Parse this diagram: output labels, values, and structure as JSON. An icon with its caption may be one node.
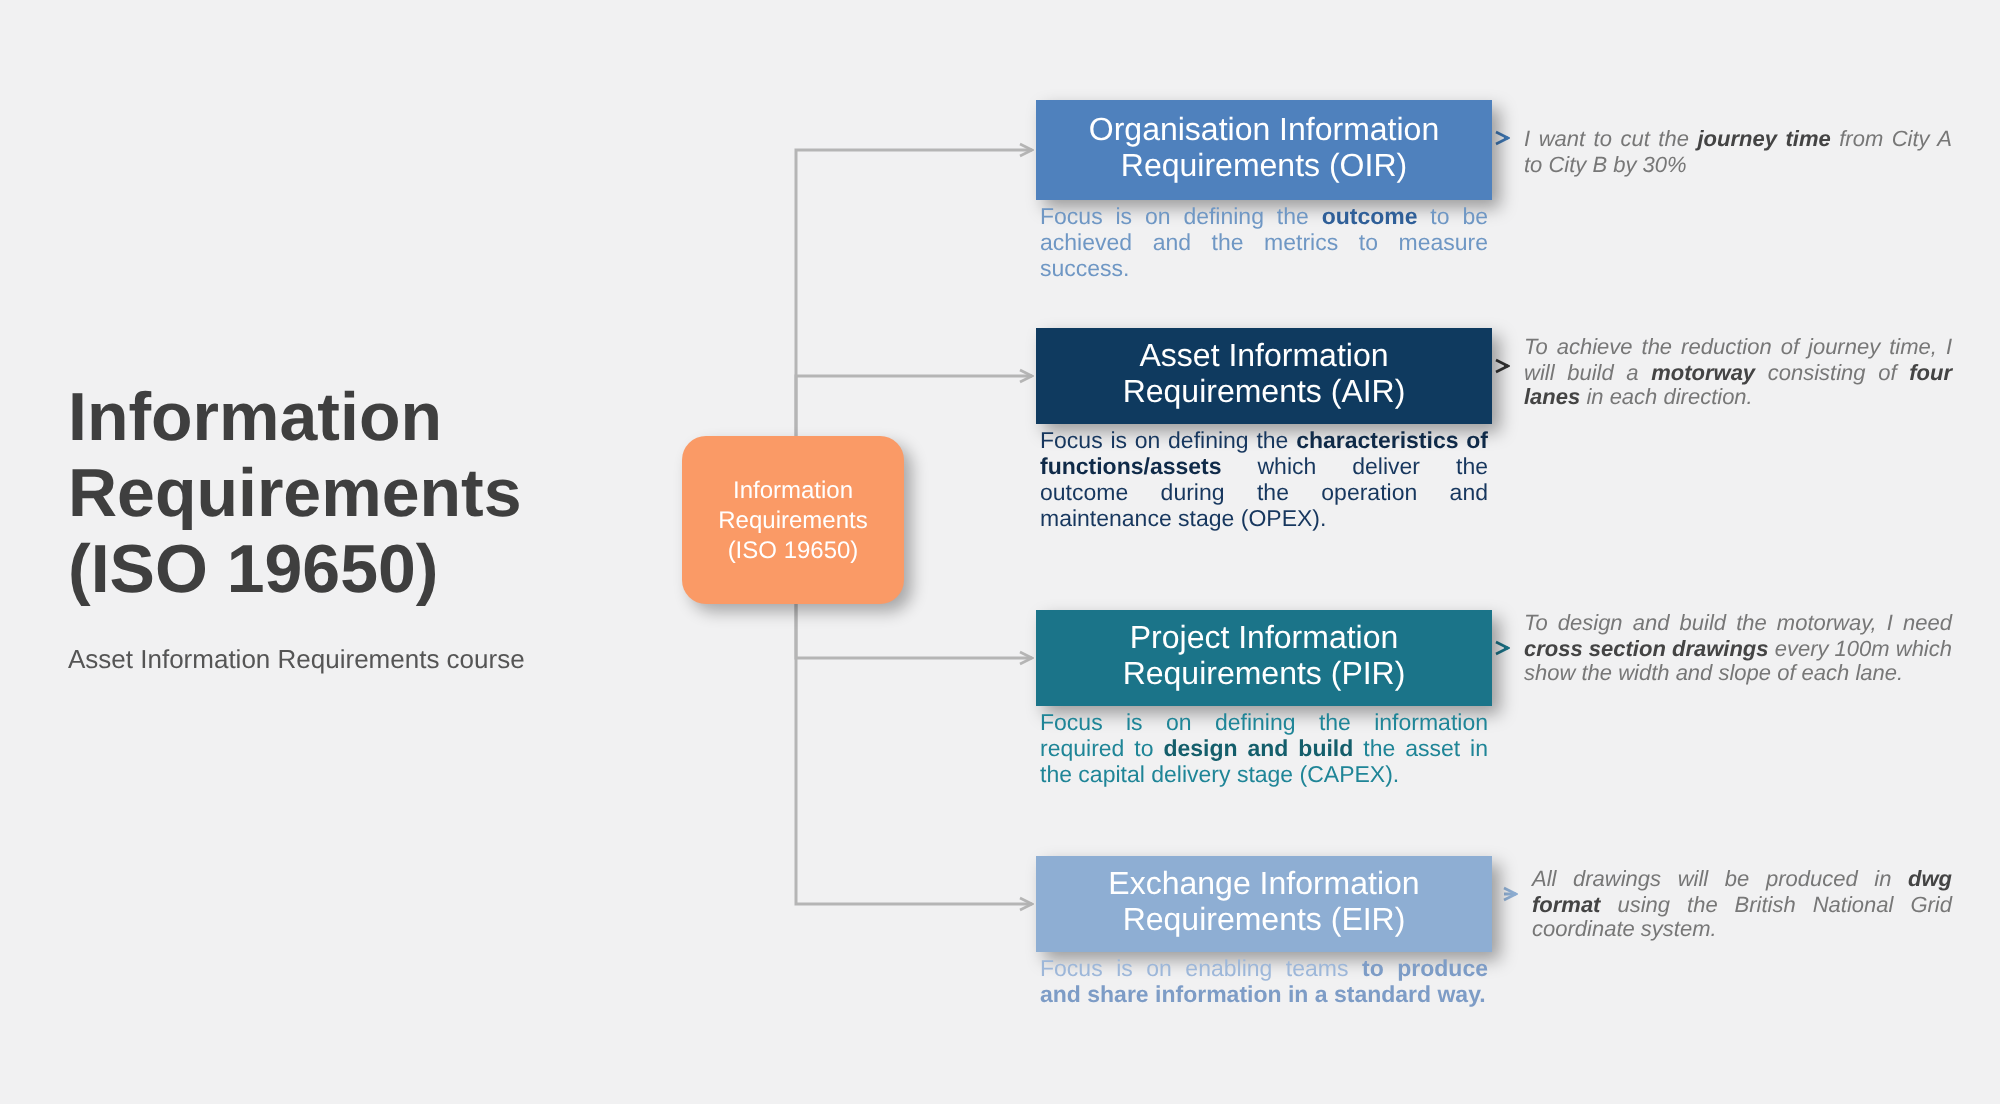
{
  "diagram": {
    "title": "Information Requirements (ISO 19650)",
    "nodes": [
      {
        "text": [
          "Information Requirements (ISO 19650)"
        ]
      },
      {
        "text": [
          "Organisation Information Requirements (OIR)"
        ],
        "beside": [
          "Focus is on defining the **outcome** to be achieved and the metrics to measure success."
        ]
      },
      {
        "text": [
          "I want to cut the **journey time** from City A to City B by 30%"
        ]
      },
      {
        "text": [
          "Asset Information Requirements (AIR)"
        ],
        "beside": [
          "Focus is on defining the **characteristics of functions/assets** which deliver the outcome during the operation and maintenance stage (OPEX)."
        ]
      },
      {
        "text": [
          "To achieve the reduction of journey time, I will build a **motorway** consisting of **four lanes** in each direction."
        ]
      },
      {
        "text": [
          "Project Information Requirements (PIR)"
        ],
        "beside": [
          "Focus is on defining the information required to **design and build** the asset in the capital delivery stage (CAPEX)."
        ]
      },
      {
        "text": [
          "To design and build the motorway, I need **cross section drawings** every 100m which show the width and slope of each lane."
        ]
      },
      {
        "text": [
          "Exchange Information Requirements (EIR)"
        ],
        "beside": [
          "Focus is on enabling teams **to produce and share information in a standard way.**"
        ]
      },
      {
        "text": [
          "All drawings will be produced in **dwg format** using the British National Grid coordinate system."
        ]
      }
    ],
    "edges": [
      {
        "from": 0,
        "to": 1,
        "arrow": "to"
      },
      {
        "from": 0,
        "to": 3,
        "arrow": "to"
      },
      {
        "from": 0,
        "to": 5,
        "arrow": "to"
      },
      {
        "from": 0,
        "to": 7,
        "arrow": "to"
      },
      {
        "from": 1,
        "to": 2,
        "arrow": "to",
        "color": "#3f78b5"
      },
      {
        "from": 3,
        "to": 4,
        "arrow": "to",
        "color": "#333333"
      },
      {
        "from": 5,
        "to": 6,
        "arrow": "to",
        "color": "#1b7489"
      },
      {
        "from": 7,
        "to": 8,
        "arrow": "to",
        "color": "#8eaed3"
      }
    ],
    "labels": [
      "Asset Information Requirements course"
    ]
  }
}
